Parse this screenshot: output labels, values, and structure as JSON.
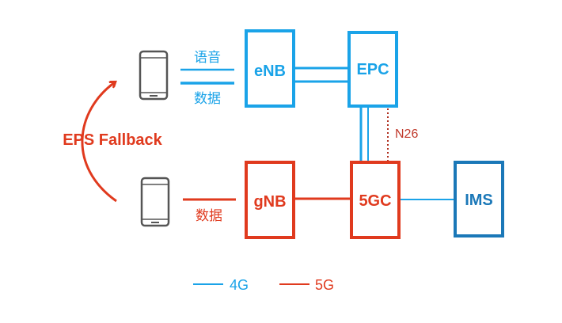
{
  "colors": {
    "lte": "#1aa3e8",
    "nr": "#e03a1e",
    "ims": "#1b78b8",
    "phone": "#555555"
  },
  "nodes": {
    "enb": "eNB",
    "epc": "EPC",
    "gnb": "gNB",
    "fivegc": "5GC",
    "ims": "IMS"
  },
  "edges": {
    "voice": "语音",
    "data_4g": "数据",
    "data_5g": "数据",
    "n26": "N26"
  },
  "fallback_label": "EPS Fallback",
  "legend": [
    {
      "label": "4G",
      "color": "#1aa3e8"
    },
    {
      "label": "5G",
      "color": "#e03a1e"
    }
  ]
}
